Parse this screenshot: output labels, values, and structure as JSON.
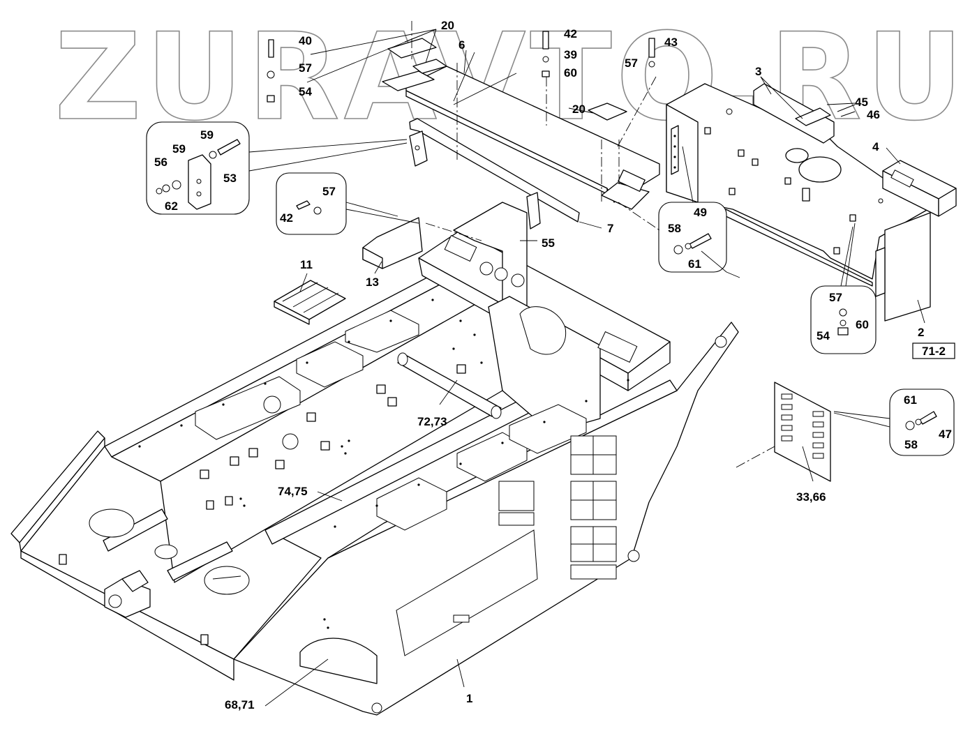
{
  "watermark": "ZURAVTO.RU",
  "callouts": {
    "c1": "1",
    "c2": "2",
    "c3": "3",
    "c4": "4",
    "c6": "6",
    "c7": "7",
    "c11": "11",
    "c13": "13",
    "c20a": "20",
    "c20b": "20",
    "c33_66": "33,66",
    "c39": "39",
    "c40": "40",
    "c42a": "42",
    "c42b": "42",
    "c43": "43",
    "c45": "45",
    "c46": "46",
    "c47": "47",
    "c49": "49",
    "c53": "53",
    "c54a": "54",
    "c54b": "54",
    "c55": "55",
    "c56": "56",
    "c57a": "57",
    "c57b": "57",
    "c57c": "57",
    "c57d": "57",
    "c58a": "58",
    "c58b": "58",
    "c59a": "59",
    "c59b": "59",
    "c60a": "60",
    "c60b": "60",
    "c61a": "61",
    "c61b": "61",
    "c62": "62",
    "c68_71": "68,71",
    "c72_73": "72,73",
    "c74_75": "74,75"
  },
  "reference_box": "71-2"
}
